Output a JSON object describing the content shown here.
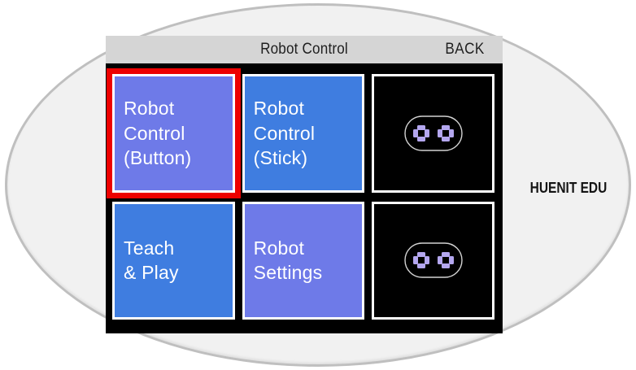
{
  "colors": {
    "device-bg": "#f1f1f1",
    "device-border": "#bfbfbf",
    "header-bg": "#d5d5d5",
    "header-text": "#1f1f1f",
    "screen-bg": "#000000",
    "selected-border": "#ed0000",
    "tile-periwinkle": "#6e7ae8",
    "tile-blue": "#3f7de0",
    "eye": "#b4a7ef",
    "pill-stroke": "#d2d2d2"
  },
  "device": {
    "brand_label": "HUENIT EDU"
  },
  "screen": {
    "header": {
      "title": "Robot Control",
      "back_label": "BACK"
    },
    "tiles": [
      {
        "id": "robot-control-button",
        "label": "Robot\nControl\n(Button)",
        "color": "#6e7ae8",
        "selected": true
      },
      {
        "id": "robot-control-stick",
        "label": "Robot\nControl\n(Stick)",
        "color": "#3f7de0",
        "selected": false
      },
      {
        "id": "robot-face-top",
        "label": "",
        "icon": "robot-face-icon",
        "color": "#000000",
        "selected": false
      },
      {
        "id": "teach-and-play",
        "label": "Teach\n& Play",
        "color": "#3f7de0",
        "selected": false
      },
      {
        "id": "robot-settings",
        "label": "Robot\nSettings",
        "color": "#6e7ae8",
        "selected": false
      },
      {
        "id": "robot-face-bottom",
        "label": "",
        "icon": "robot-face-icon",
        "color": "#000000",
        "selected": false
      }
    ]
  }
}
